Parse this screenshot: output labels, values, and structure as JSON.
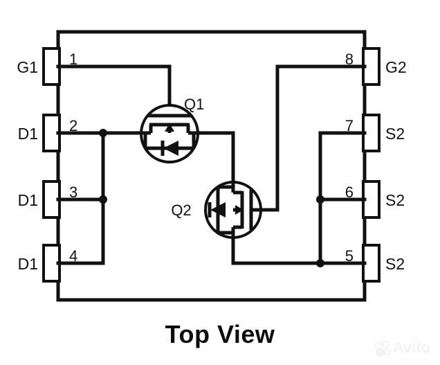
{
  "diagram": {
    "caption": "Top View",
    "transistors": [
      {
        "id": "q1",
        "label": "Q1"
      },
      {
        "id": "q2",
        "label": "Q2"
      }
    ],
    "pins": [
      {
        "number": "1",
        "label": "G1",
        "side": "left"
      },
      {
        "number": "2",
        "label": "D1",
        "side": "left"
      },
      {
        "number": "3",
        "label": "D1",
        "side": "left"
      },
      {
        "number": "4",
        "label": "D1",
        "side": "left"
      },
      {
        "number": "5",
        "label": "S2",
        "side": "right"
      },
      {
        "number": "6",
        "label": "S2",
        "side": "right"
      },
      {
        "number": "7",
        "label": "S2",
        "side": "right"
      },
      {
        "number": "8",
        "label": "G2",
        "side": "right"
      }
    ],
    "colors": {
      "line": "#111111",
      "background": "#ffffff",
      "watermark": "#f2f2f2"
    }
  },
  "watermark": {
    "text": "Avito"
  }
}
